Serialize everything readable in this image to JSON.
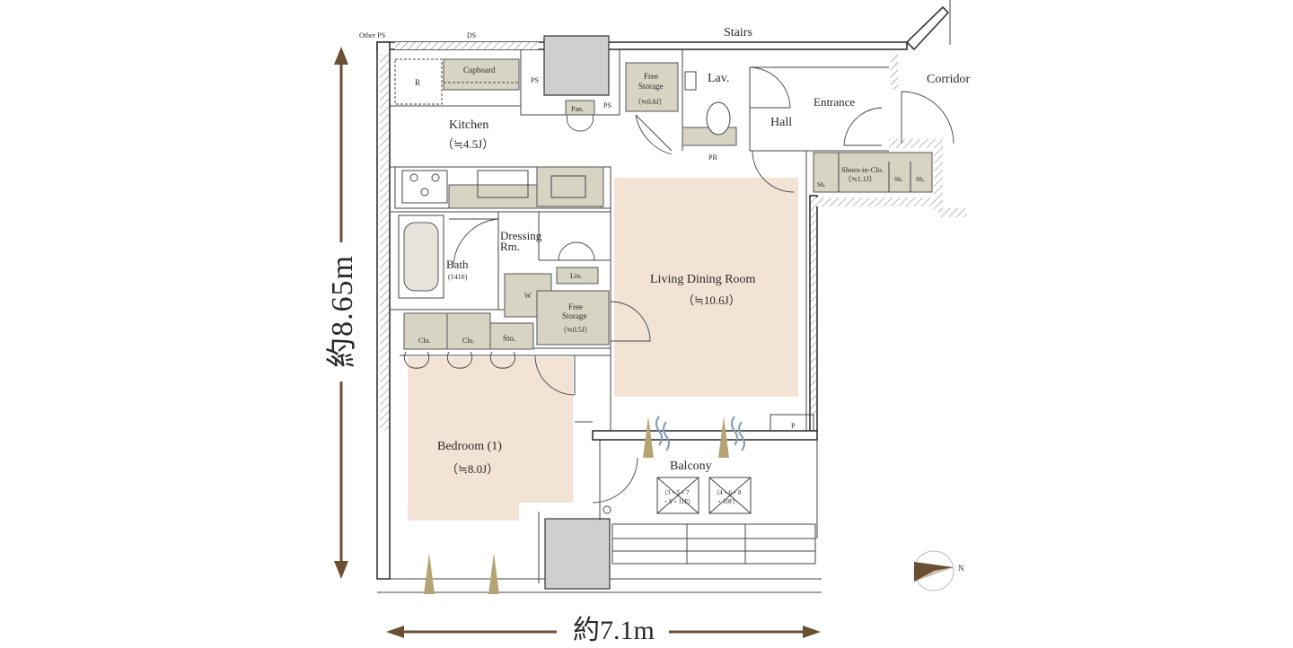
{
  "dimensions": {
    "height_label": "約8.65m",
    "width_label": "約7.1m"
  },
  "rooms": {
    "kitchen": "Kitchen",
    "kitchen_area": "（≒4.5J）",
    "bath": "Bath",
    "bath_size": "(1416)",
    "dressing": "Dressing",
    "dressing2": "Rm.",
    "living": "Living Dining Room",
    "living_area": "（≒10.6J）",
    "bedroom": "Bedroom (1)",
    "bedroom_area": "（≒8.0J）",
    "balcony": "Balcony",
    "hall": "Hall",
    "entrance": "Entrance",
    "corridor": "Corridor",
    "stairs": "Stairs",
    "lav": "Lav."
  },
  "fixtures": {
    "other_ps": "Other PS",
    "ds": "DS",
    "ps_top": "PS",
    "ps_mid": "PS",
    "pan": "Pan.",
    "pr": "PR",
    "refrigerator": "R",
    "cupboard": "Cupboard",
    "free_storage_1": "Free",
    "free_storage_1b": "Storage",
    "free_storage_1c": "（≒0.6J）",
    "free_storage_2": "Free",
    "free_storage_2b": "Storage",
    "free_storage_2c": "（≒0.5J）",
    "linen": "Lin.",
    "washer": "W",
    "clo1": "Clo.",
    "clo2": "Clo.",
    "sto": "Sto.",
    "shoes": "Shoes-in-Clo.",
    "shoes_area": "（≒1.1J）",
    "sh1": "Sh.",
    "sh2": "Sh.",
    "sh3": "Sh.",
    "p": "P",
    "hatch1a": "（3・5・7",
    "hatch1b": "・9・11F）",
    "hatch2a": "（4・6・8",
    "hatch2b": "・10F）"
  },
  "compass": {
    "north_label": "N"
  },
  "colors": {
    "room_fill": "#f2e3d5",
    "storage_fill": "#d7d4c4",
    "dimension": "#6b4f33",
    "window_marker": "#b5a374",
    "air_marker": "#8aa0b8"
  }
}
